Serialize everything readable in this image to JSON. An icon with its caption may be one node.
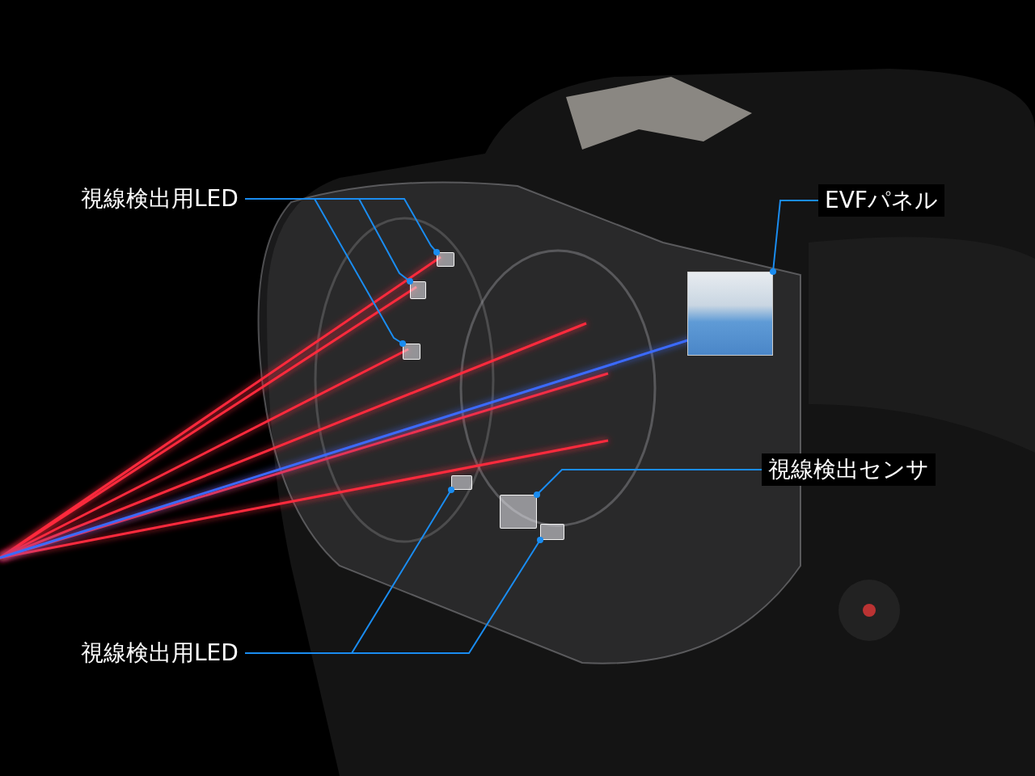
{
  "diagram": {
    "nodes": [
      {
        "text": [
          "視線検出用LED"
        ]
      },
      {
        "text": [],
        "shape": "box"
      },
      {
        "text": [],
        "shape": "box"
      },
      {
        "text": [],
        "shape": "box"
      },
      {
        "text": [
          "EVFパネル"
        ]
      },
      {
        "text": [],
        "shape": "picture"
      },
      {
        "text": [
          "視線検出センサ"
        ]
      },
      {
        "text": [],
        "shape": "box"
      },
      {
        "text": [
          "視線検出用LED"
        ]
      },
      {
        "text": [],
        "shape": "box"
      },
      {
        "text": [],
        "shape": "box"
      }
    ],
    "edges": [
      {
        "from": 0,
        "to": 1,
        "arrow": "other"
      },
      {
        "from": 0,
        "to": 2,
        "arrow": "other"
      },
      {
        "from": 0,
        "to": 3,
        "arrow": "other"
      },
      {
        "from": 4,
        "to": 5,
        "arrow": "other"
      },
      {
        "from": 6,
        "to": 7,
        "arrow": "other"
      },
      {
        "from": 8,
        "to": 9,
        "arrow": "other"
      },
      {
        "from": 8,
        "to": 10,
        "arrow": "other"
      }
    ]
  }
}
